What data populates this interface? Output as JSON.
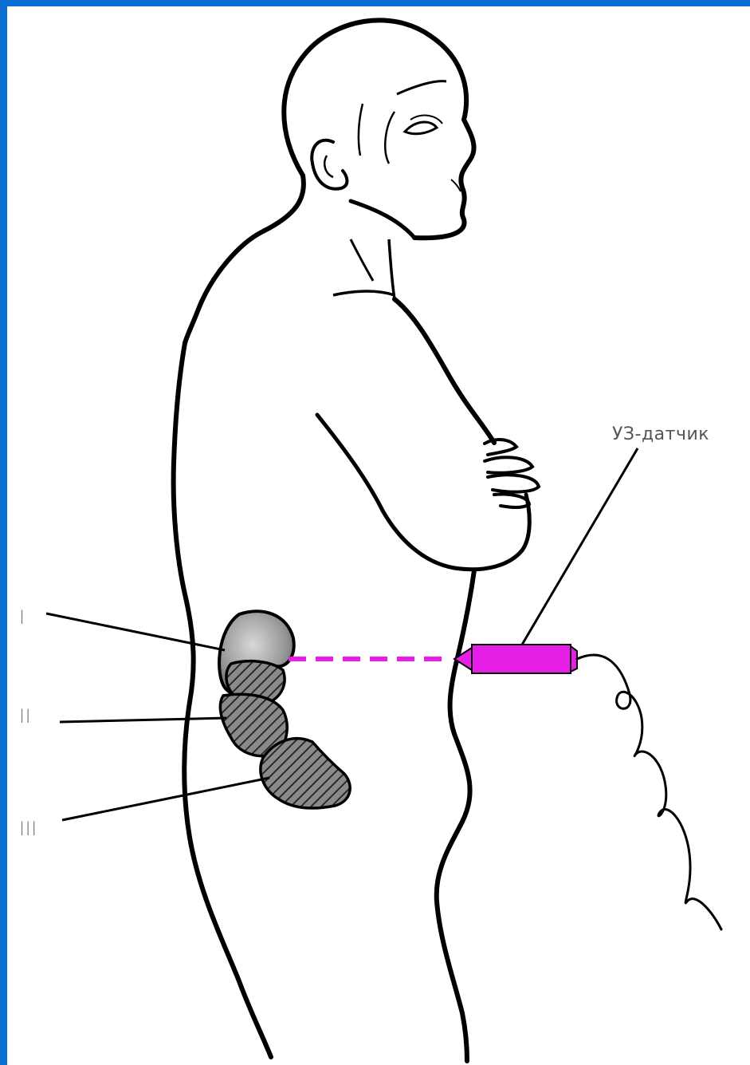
{
  "labels": {
    "probe": "УЗ-датчик",
    "part_1": "I",
    "part_2": "II",
    "part_3": "III"
  },
  "colors": {
    "border": "#0a6fd0",
    "probe": "#e61ee6",
    "outline": "#000000"
  }
}
